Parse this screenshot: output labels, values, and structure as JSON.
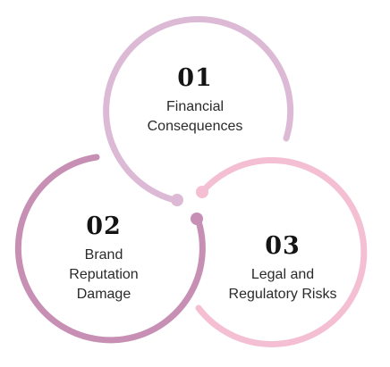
{
  "items": [
    {
      "number": "01",
      "label_lines": [
        "Financial",
        "Consequences"
      ],
      "color": "#dcbad6"
    },
    {
      "number": "02",
      "label_lines": [
        "Brand",
        "Reputation",
        "Damage"
      ],
      "color": "#c68fb3"
    },
    {
      "number": "03",
      "label_lines": [
        "Legal and",
        "Regulatory Risks"
      ],
      "color": "#f4bfd2"
    }
  ]
}
